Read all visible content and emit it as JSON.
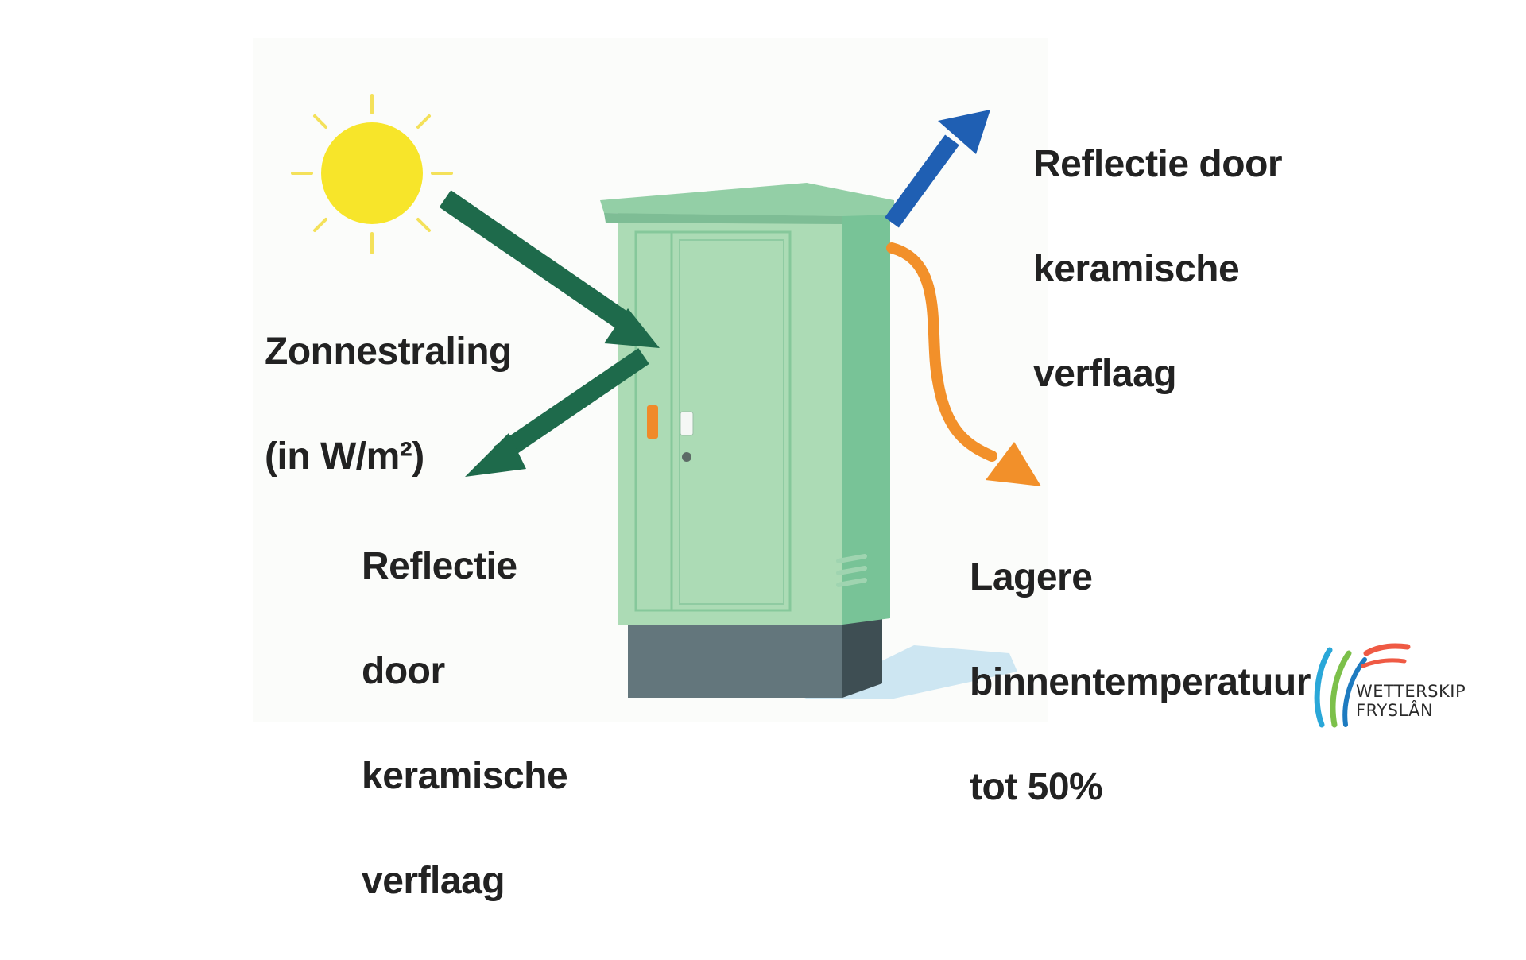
{
  "labels": {
    "sun": [
      "Zonnestraling",
      "(in W/m²)"
    ],
    "reflect_up": [
      "Reflectie door",
      "keramische",
      "verflaag"
    ],
    "reflect_down": [
      "Reflectie",
      "door",
      "keramische",
      "verflaag"
    ],
    "temperature": [
      "Lagere",
      "binnentemperatuur",
      "tot 50%"
    ]
  },
  "logo": {
    "line1": "WETTERSKIP",
    "line2": "FRYSLÂN"
  },
  "colors": {
    "sun": "#f7e52a",
    "arrow_green": "#1e6a4b",
    "arrow_blue": "#1f5fb3",
    "arrow_orange": "#f2902a",
    "cabinet": "#a9d9b2",
    "cabinet_side": "#7cc49a",
    "base": "#55656b"
  }
}
